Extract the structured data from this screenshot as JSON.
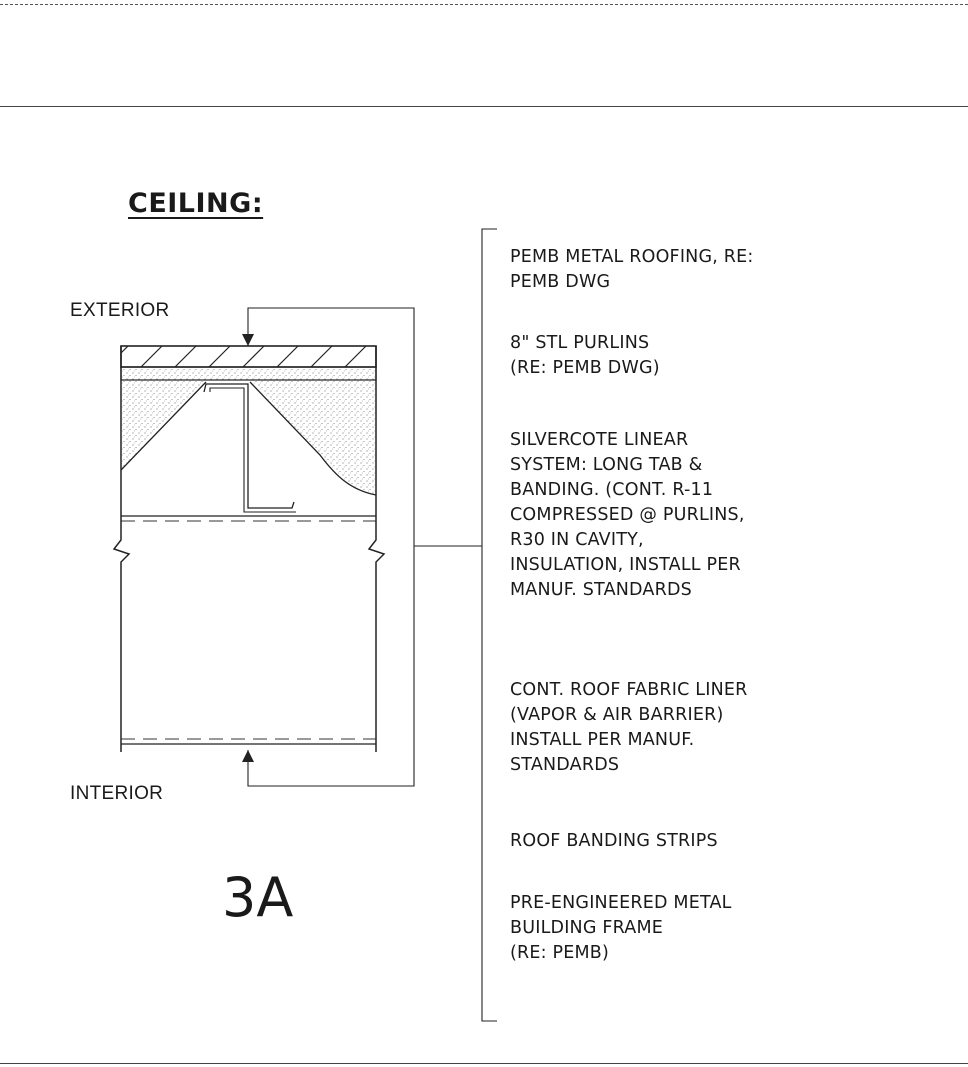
{
  "sheet": {
    "heading": "CEILING:",
    "exterior_label": "EXTERIOR",
    "interior_label": "INTERIOR",
    "detail_tag": "3A"
  },
  "notes": [
    "PEMB METAL ROOFING, RE:\nPEMB DWG",
    "8\" STL PURLINS\n(RE: PEMB DWG)",
    "SILVERCOTE LINEAR\nSYSTEM: LONG TAB &\nBANDING. (CONT. R-11\nCOMPRESSED @ PURLINS,\nR30 IN CAVITY,\nINSULATION, INSTALL PER\nMANUF. STANDARDS",
    "CONT. ROOF FABRIC LINER\n(VAPOR & AIR BARRIER)\nINSTALL PER MANUF.\nSTANDARDS",
    "ROOF BANDING STRIPS",
    "PRE-ENGINEERED METAL\nBUILDING FRAME\n(RE: PEMB)"
  ]
}
